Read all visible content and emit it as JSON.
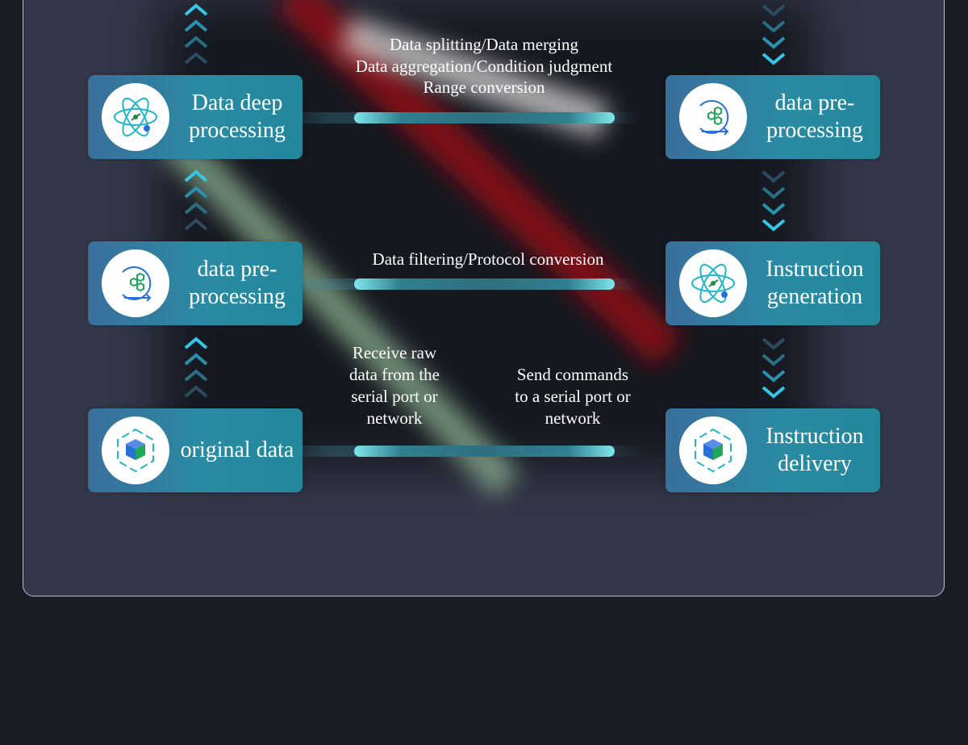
{
  "cards": {
    "deep_processing": {
      "label": "Data deep processing",
      "icon": "atom-icon"
    },
    "preprocessing_left": {
      "label": "data pre-processing",
      "icon": "hexagon-cycle-icon"
    },
    "original_data": {
      "label": "original data",
      "icon": "cube-icon"
    },
    "preprocessing_right": {
      "label": "data pre-processing",
      "icon": "hexagon-cycle-icon"
    },
    "instruction_generation": {
      "label": "Instruction generation",
      "icon": "atom-icon"
    },
    "instruction_delivery": {
      "label": "Instruction delivery",
      "icon": "cube-icon"
    }
  },
  "annotations": {
    "top": [
      "Data splitting/Data merging",
      "Data aggregation/Condition judgment",
      "Range conversion"
    ],
    "middle": "Data filtering/Protocol conversion",
    "bottom_left": [
      "Receive raw",
      "data from the",
      "serial port or",
      "network"
    ],
    "bottom_right": [
      "Send commands",
      "to a serial port or",
      "network"
    ]
  },
  "colors": {
    "accent": "#22b8d8",
    "card_start": "#3a6f9c",
    "card_end": "#23879b",
    "panel": "#333749",
    "page": "#1a1d25"
  }
}
